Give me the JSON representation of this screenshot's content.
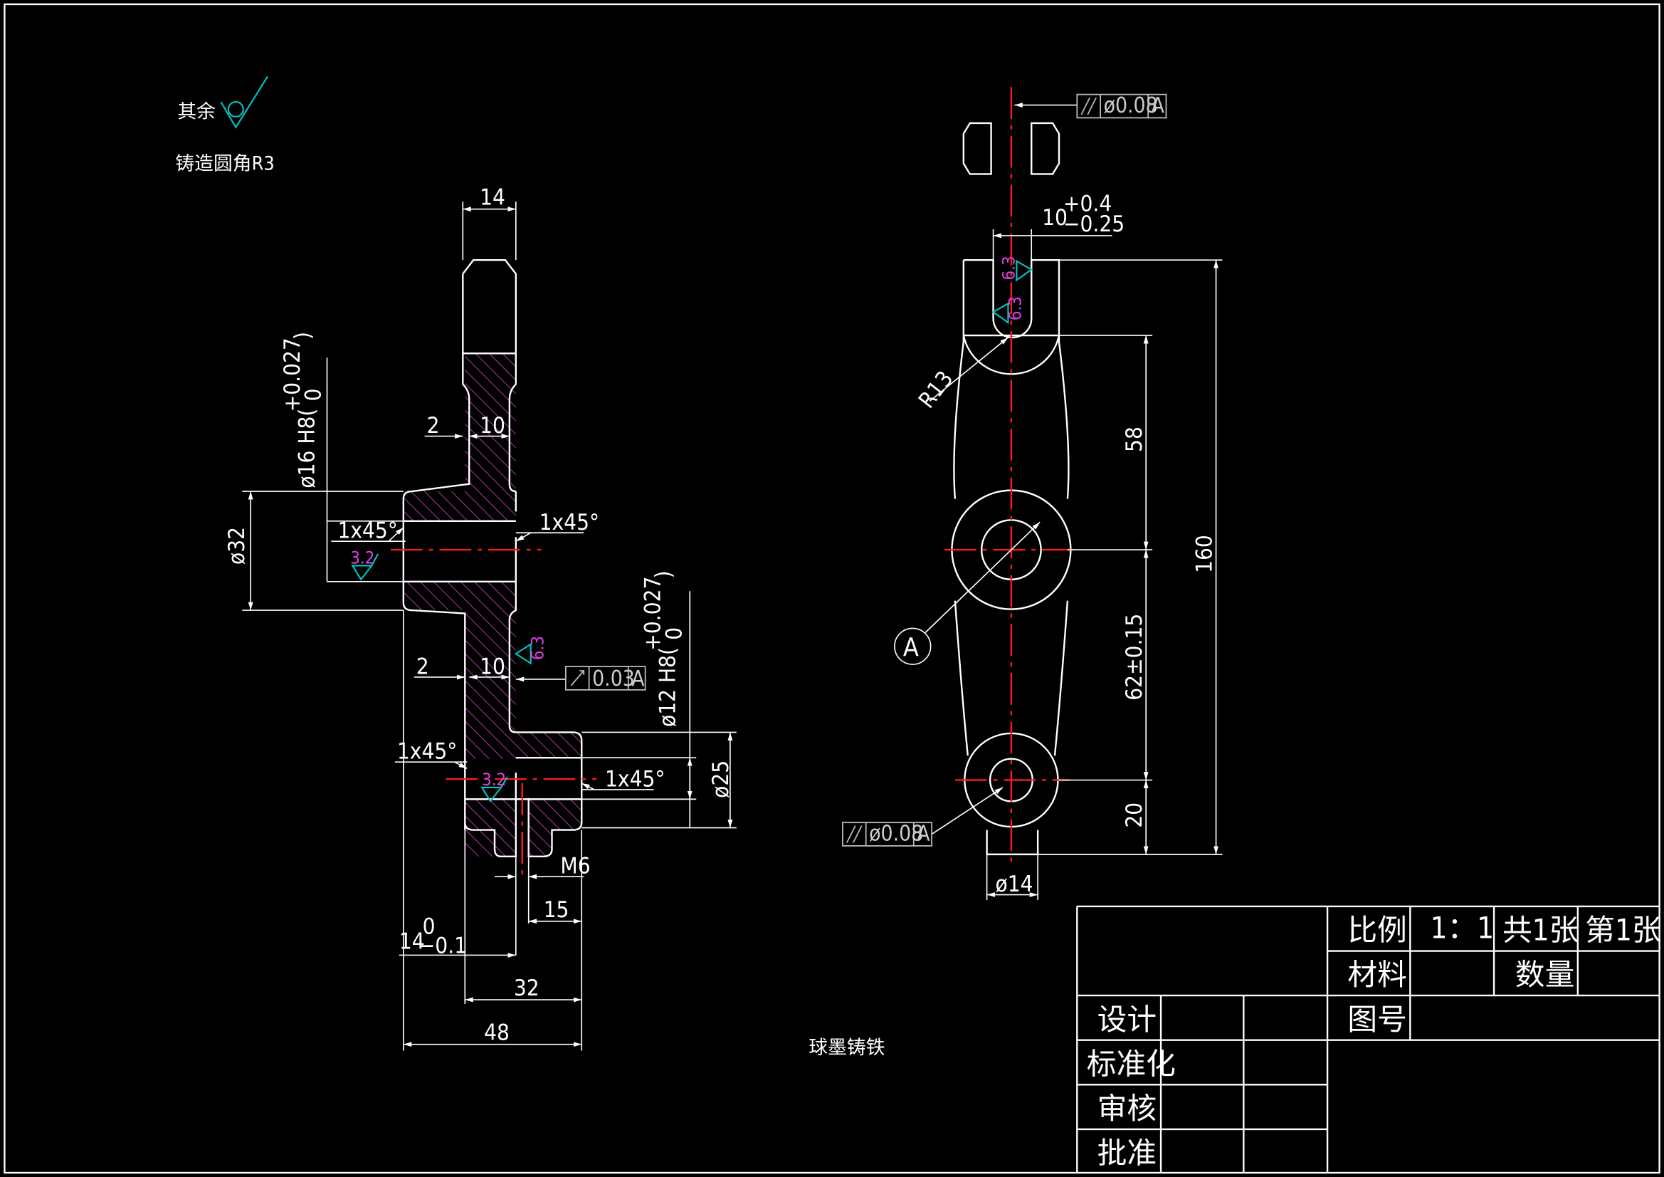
{
  "notes": {
    "surface_rest": "其余",
    "casting_fillet": "铸造圆角R3",
    "material": "球墨铸铁"
  },
  "colors": {
    "background": "#000000",
    "outline": "#ffffff",
    "centerline": "#ff1a1a",
    "hatch": "#c040c0",
    "roughness_symbol": "#00c8c8",
    "roughness_text": "#e040e0"
  },
  "section_view": {
    "dim_top_width": "14",
    "dim_hole_upper": "ø16 H8(",
    "dim_hole_upper_tol_plus": "+0.027",
    "dim_hole_upper_tol_zero": "0",
    "dim_hole_upper_close": ")",
    "dim_step_2_a": "2",
    "dim_web_10_a": "10",
    "dim_boss_32": "ø32",
    "chamfer_a": "1x45°",
    "chamfer_b": "1x45°",
    "chamfer_c": "1x45°",
    "chamfer_d": "1x45°",
    "roughness_a": "3.2",
    "roughness_b": "6.3",
    "roughness_c": "3.2",
    "dim_step_2_b": "2",
    "dim_web_10_b": "10",
    "runout_value": "0.03",
    "runout_datum": "A",
    "dim_hole_lower": "ø12 H8(",
    "dim_hole_lower_tol_plus": "+0.027",
    "dim_hole_lower_tol_zero": "0",
    "dim_hole_lower_close": ")",
    "dim_boss_25": "ø25",
    "dim_thread": "M6",
    "dim_15": "15",
    "dim_14_base": "14",
    "dim_14_tol_upper": "0",
    "dim_14_tol_lower": "−0.1",
    "dim_32": "32",
    "dim_48": "48"
  },
  "front_view": {
    "parallel_top_value": "ø0.08",
    "parallel_top_datum": "A",
    "dim_slot_base": "10",
    "dim_slot_tol_plus": "+0.4",
    "dim_slot_tol_minus": "−0.25",
    "roughness_slot_a": "6.3",
    "roughness_slot_b": "6.3",
    "dim_radius": "R13",
    "dim_58": "58",
    "dim_160": "160",
    "dim_62": "62±0.15",
    "dim_20": "20",
    "datum_label": "A",
    "parallel_bottom_value": "ø0.08",
    "parallel_bottom_datum": "A",
    "dim_dia14": "ø14"
  },
  "title_block": {
    "scale_label": "比例",
    "scale_value": "1：1",
    "sheets_total": "共1张",
    "sheet_no": "第1张",
    "material_label": "材料",
    "quantity_label": "数量",
    "drawing_no_label": "图号",
    "design": "设计",
    "standardization": "标准化",
    "review": "审核",
    "approve": "批准"
  }
}
